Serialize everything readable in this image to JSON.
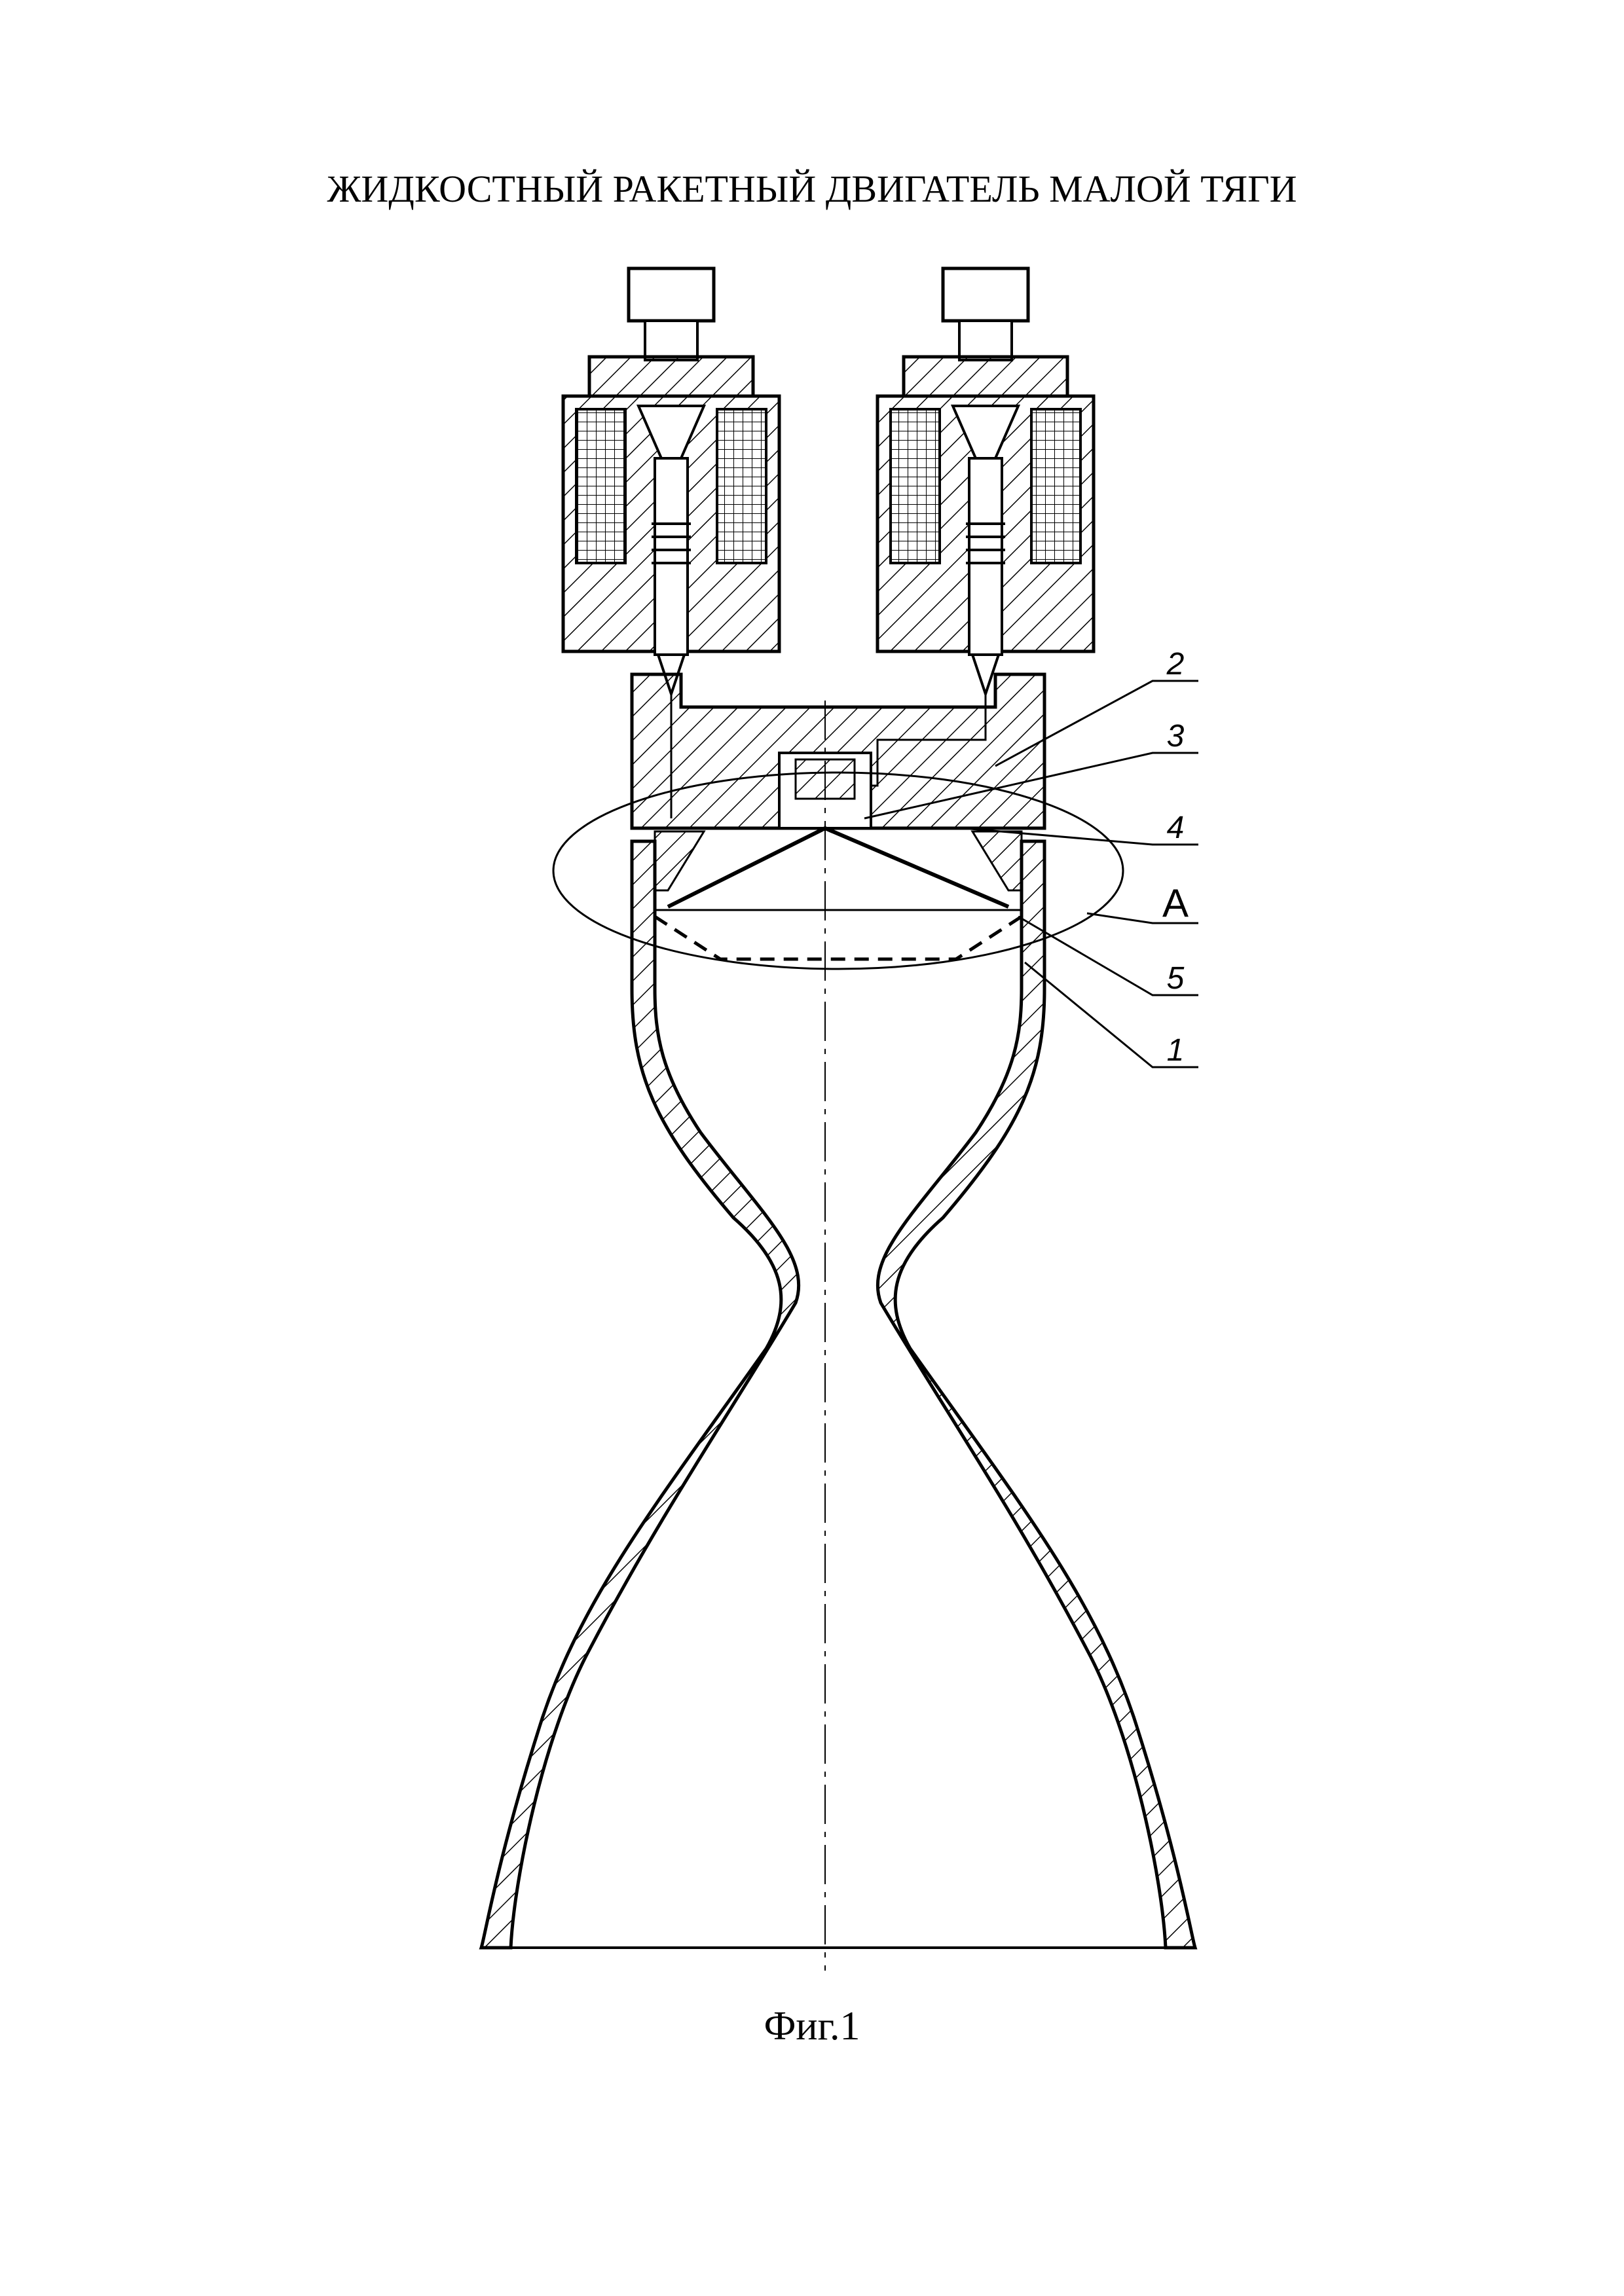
{
  "title": "ЖИДКОСТНЫЙ РАКЕТНЫЙ ДВИГАТЕЛЬ МАЛОЙ ТЯГИ",
  "caption": "Фиг.1",
  "callouts": {
    "c2": "2",
    "c3": "3",
    "c4": "4",
    "cA": "A",
    "c5": "5",
    "c1": "1"
  }
}
